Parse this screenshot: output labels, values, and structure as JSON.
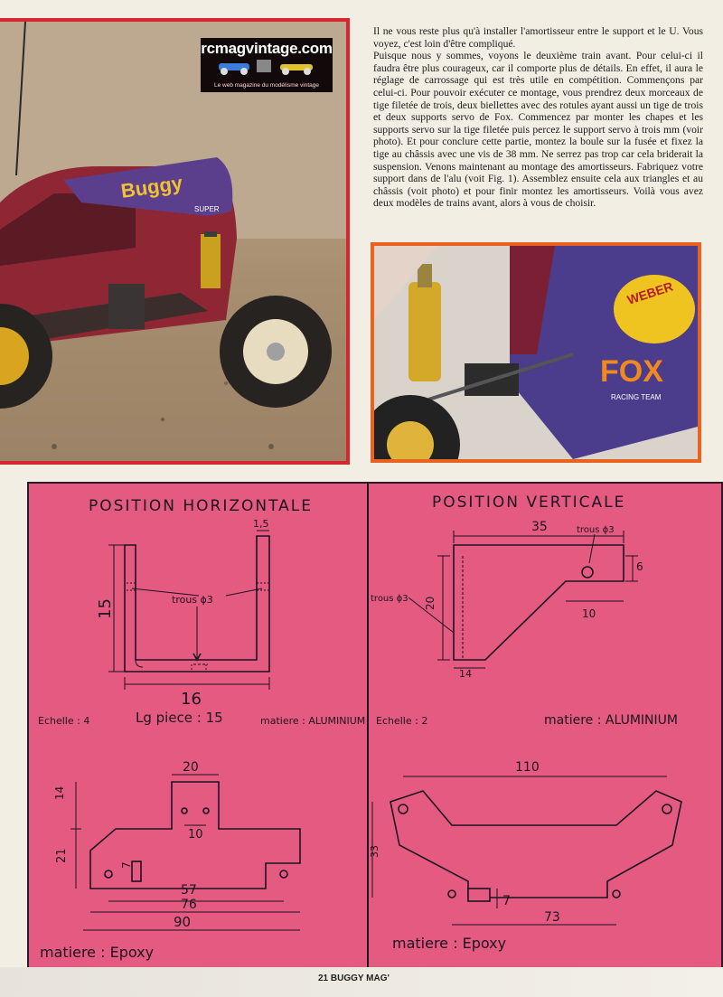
{
  "logo": {
    "title": "rcmagvintage.com",
    "subtitle": "Le web magazine du modélisme vintage"
  },
  "article": {
    "paragraph_1": "Il ne vous reste plus qu'à installer l'amortisseur entre le support et le U. Vous voyez, c'est loin d'être compliqué.",
    "paragraph_2": "Puisque nous y sommes, voyons le deuxième train avant. Pour celui-ci il faudra être plus courageux, car il comporte plus de détails. En effet, il aura le réglage de carrossage qui est très utile en compétition. Commençons par celui-ci. Pour pouvoir exécuter ce montage, vous prendrez deux morceaux de tige filetée de trois, deux biellettes avec des rotules ayant aussi un tige de trois et deux supports servo de Fox. Commencez par monter les chapes et les supports servo sur la tige filetée puis percez le support servo à trois mm (voir photo). Et pour conclure cette partie, montez la boule sur la fusée et fixez la tige au châssis avec une vis de 38 mm. Ne serrez pas trop car cela briderait la suspension. Venons maintenant au montage des amortisseurs. Fabriquez votre support dans de l'alu (voit Fig. 1). Assemblez ensuite cela aux triangles et au châssis (voit photo) et pour finir montez les amortisseurs. Voilà vous avez deux modèles de trains avant, alors à vous de choisir."
  },
  "photo_left": {
    "decal_text": "Buggy",
    "wing_text": "SUPER"
  },
  "photo_right": {
    "brand_1": "WEBER",
    "brand_2": "FOX",
    "brand_2_sub": "RACING TEAM"
  },
  "diagram": {
    "horizontal": {
      "title": "POSITION HORIZONTALE",
      "dim_thickness": "1,5",
      "holes_label": "trous ϕ3",
      "dim_height": "15",
      "dim_width": "16",
      "scale": "Echelle : 4",
      "length": "Lg piece : 15",
      "material": "matiere : ALUMINIUM"
    },
    "vertical": {
      "title": "POSITION VERTICALE",
      "dim_width": "35",
      "holes_top": "trous ϕ3",
      "holes_left": "trous ϕ3",
      "dim_6": "6",
      "dim_20": "20",
      "dim_10": "10",
      "dim_14": "14",
      "scale": "Echelle : 2",
      "material": "matiere : ALUMINIUM"
    },
    "plate_left": {
      "dim_20": "20",
      "dim_14": "14",
      "dim_10": "10",
      "dim_21": "21",
      "dim_7": "7",
      "dim_57": "57",
      "dim_76": "76",
      "dim_90": "90",
      "material": "matiere : Epoxy"
    },
    "plate_right": {
      "dim_110": "110",
      "dim_33": "33",
      "dim_7": "7",
      "dim_73": "73",
      "material": "matiere : Epoxy"
    }
  },
  "footer": {
    "page_label": "21  BUGGY MAG'"
  },
  "colors": {
    "pink_panel": "#e55a80",
    "red_frame": "#d8262e",
    "orange_frame": "#e8631f"
  }
}
